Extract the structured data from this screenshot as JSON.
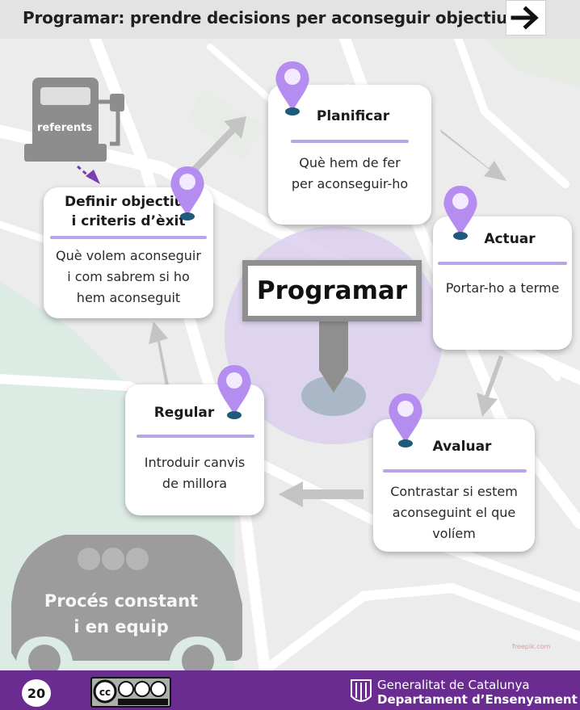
{
  "header": {
    "title": "Programar: prendre decisions per aconseguir objectius",
    "next_icon": "arrow-right-icon"
  },
  "diagram": {
    "center": "Programar",
    "referents": "referents",
    "steps": [
      {
        "id": "definir",
        "title_lines": [
          "Definir objectius",
          "i criteris d’èxit"
        ],
        "text_lines": [
          "Què volem aconseguir",
          "i com sabrem si ho",
          "hem aconseguit"
        ]
      },
      {
        "id": "planificar",
        "title_lines": [
          "Planificar"
        ],
        "text_lines": [
          "Què hem de fer",
          "per aconseguir-ho"
        ]
      },
      {
        "id": "actuar",
        "title_lines": [
          "Actuar"
        ],
        "text_lines": [
          "Portar-ho a terme"
        ]
      },
      {
        "id": "avaluar",
        "title_lines": [
          "Avaluar"
        ],
        "text_lines": [
          "Contrastar si estem",
          "aconseguint el que",
          "volíem"
        ]
      },
      {
        "id": "regular",
        "title_lines": [
          "Regular"
        ],
        "text_lines": [
          "Introduir canvis",
          "de millora"
        ]
      }
    ],
    "car_text_lines": [
      "Procés constant",
      "i en equip"
    ],
    "watermark": "freepik.com"
  },
  "footer": {
    "page_number": "20",
    "license": "cc-by-nc-nd-icon",
    "org_line1": "Generalitat de Catalunya",
    "org_line2": "Departament d’Ensenyament"
  },
  "colors": {
    "accent_purple": "#6a2c91",
    "pin_purple": "#b58df0",
    "pin_dot": "#1e5a7a",
    "line_lavender": "#b9a4e8"
  }
}
